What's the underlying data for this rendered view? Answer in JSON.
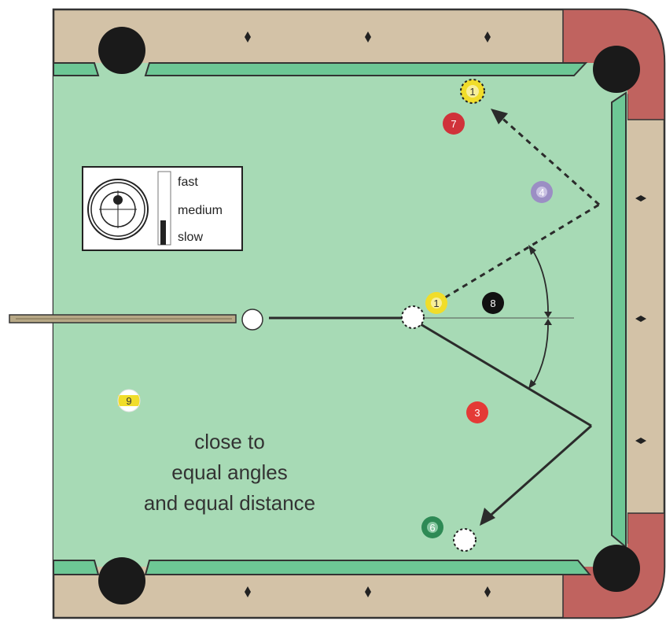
{
  "diagram": {
    "caption_lines": [
      "close to",
      "equal angles",
      "and equal distance"
    ],
    "speed_legend": [
      "fast",
      "medium",
      "slow"
    ],
    "selected_speed": "slow",
    "cue_tip_hit": "center-top",
    "balls": [
      {
        "id": "one_start",
        "label": "1",
        "color": "#f1dd2a"
      },
      {
        "id": "seven",
        "label": "7",
        "color": "#d0323a"
      },
      {
        "id": "four",
        "label": "4",
        "color": "#9b8ec4"
      },
      {
        "id": "eight",
        "label": "8",
        "color": "#111111"
      },
      {
        "id": "one",
        "label": "1",
        "color": "#f1dd2a"
      },
      {
        "id": "nine",
        "label": "9",
        "color": "#f1dd2a"
      },
      {
        "id": "three",
        "label": "3",
        "color": "#e43a36"
      },
      {
        "id": "six",
        "label": "6",
        "color": "#2e8a55"
      }
    ],
    "colors": {
      "cloth": "#a7dab5",
      "rail_cushion": "#6dc795",
      "wood_rail": "#d3c2a7",
      "corner_pocket_wood": "#c0635f",
      "pocket": "#1a1a1a",
      "line": "#2b2b2b"
    }
  }
}
